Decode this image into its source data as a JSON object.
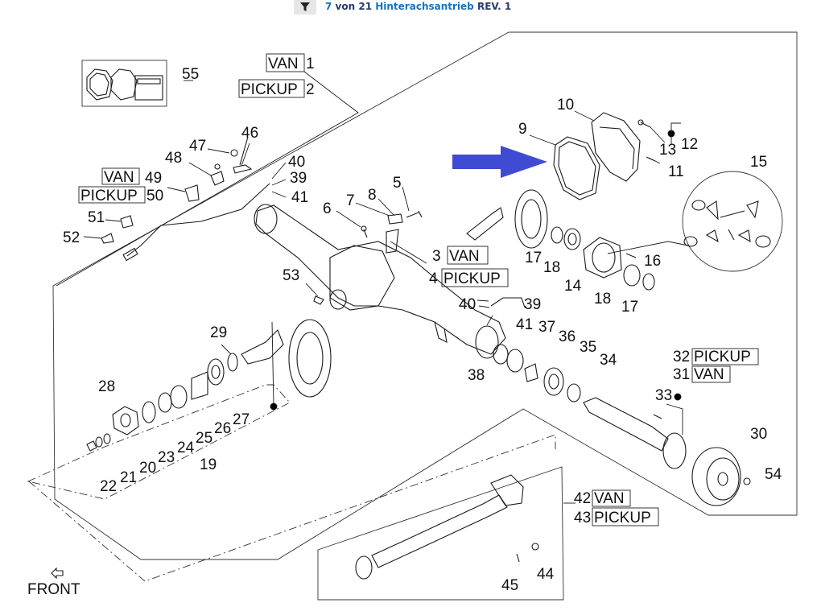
{
  "header": {
    "current": "7",
    "sep": "von",
    "total": "21",
    "title": "Hinterachsantrieb",
    "rev": "REV. 1"
  },
  "variants": {
    "van": "VAN",
    "pickup": "PICKUP"
  },
  "front_label": "FRONT",
  "callouts": {
    "c1": "1",
    "c2": "2",
    "c3": "3",
    "c4": "4",
    "c5": "5",
    "c6": "6",
    "c7": "7",
    "c8": "8",
    "c9": "9",
    "c10": "10",
    "c11": "11",
    "c12": "12",
    "c13": "13",
    "c14": "14",
    "c15": "15",
    "c16": "16",
    "c17a": "17",
    "c17b": "17",
    "c18a": "18",
    "c18b": "18",
    "c19": "19",
    "c20": "20",
    "c21": "21",
    "c22": "22",
    "c23": "23",
    "c24": "24",
    "c25": "25",
    "c26": "26",
    "c27": "27",
    "c28": "28",
    "c29": "29",
    "c30": "30",
    "c31": "31",
    "c32": "32",
    "c33": "33",
    "c34": "34",
    "c35": "35",
    "c36": "36",
    "c37": "37",
    "c38": "38",
    "c39a": "39",
    "c39b": "39",
    "c40a": "40",
    "c40b": "40",
    "c41a": "41",
    "c41b": "41",
    "c42": "42",
    "c43": "43",
    "c44": "44",
    "c45": "45",
    "c46": "46",
    "c47": "47",
    "c48": "48",
    "c49": "49",
    "c50": "50",
    "c51": "51",
    "c52": "52",
    "c53": "53",
    "c54": "54",
    "c55": "55"
  },
  "colors": {
    "highlight_arrow": "#3f4bd3",
    "crumb_text": "#243b6b",
    "crumb_link": "#1a73b8"
  }
}
